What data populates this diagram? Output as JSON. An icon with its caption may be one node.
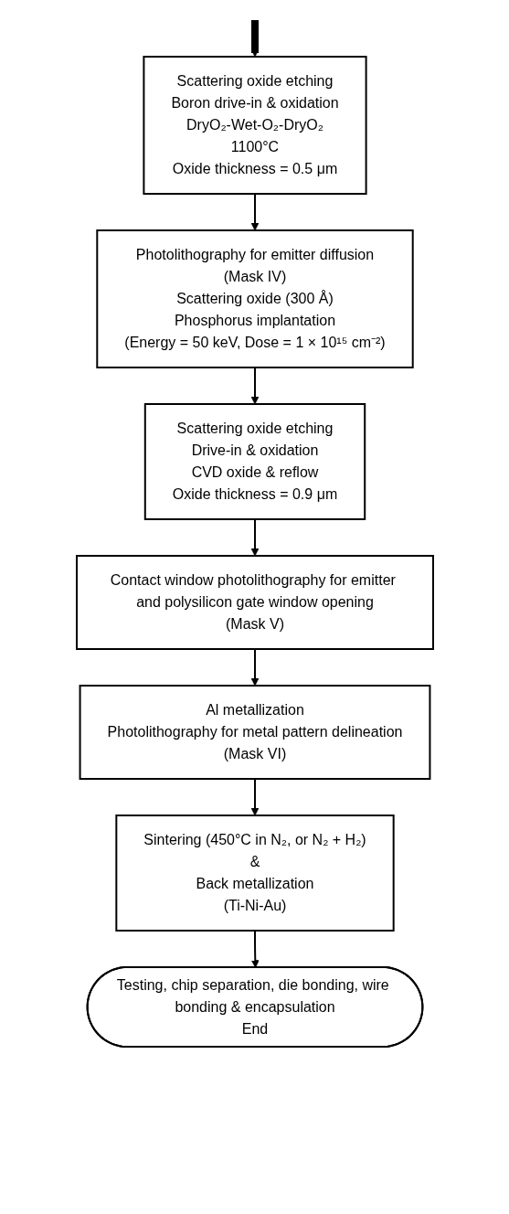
{
  "diagram": {
    "nodes": [
      {
        "text": [
          "Scattering oxide etching",
          "Boron drive-in & oxidation",
          "DryO₂-Wet-O₂-DryO₂",
          "1100°C",
          "Oxide thickness = 0.5 μm"
        ]
      },
      {
        "text": [
          "Photolithography for emitter diffusion",
          "(Mask IV)",
          "Scattering oxide (300 Å)",
          "Phosphorus implantation",
          "(Energy = 50 keV, Dose = 1 × 10¹⁵ cm⁻²)"
        ]
      },
      {
        "text": [
          "Scattering oxide etching",
          "Drive-in & oxidation",
          "CVD oxide & reflow",
          "Oxide thickness = 0.9 μm"
        ]
      },
      {
        "text": [
          "Contact window photolithography for emitter and polysilicon gate window opening",
          "(Mask V)"
        ]
      },
      {
        "text": [
          "Al metallization",
          "Photolithography for metal pattern delineation",
          "(Mask VI)"
        ]
      },
      {
        "text": [
          "Sintering (450°C in N₂, or N₂ + H₂)",
          "&",
          "Back metallization",
          "(Ti-Ni-Au)"
        ]
      },
      {
        "text": [
          "Testing, chip separation, die bonding, wire bonding & encapsulation",
          "End"
        ]
      }
    ],
    "edges": [
      {
        "from": null,
        "to": 0,
        "arrow": "to",
        "style": "thick"
      },
      {
        "from": 0,
        "to": 1,
        "arrow": "to"
      },
      {
        "from": 1,
        "to": 2,
        "arrow": "to"
      },
      {
        "from": 2,
        "to": 3,
        "arrow": "to"
      },
      {
        "from": 3,
        "to": 4,
        "arrow": "to"
      },
      {
        "from": 4,
        "to": 5,
        "arrow": "to"
      },
      {
        "from": 5,
        "to": 6,
        "arrow": "to"
      }
    ]
  }
}
